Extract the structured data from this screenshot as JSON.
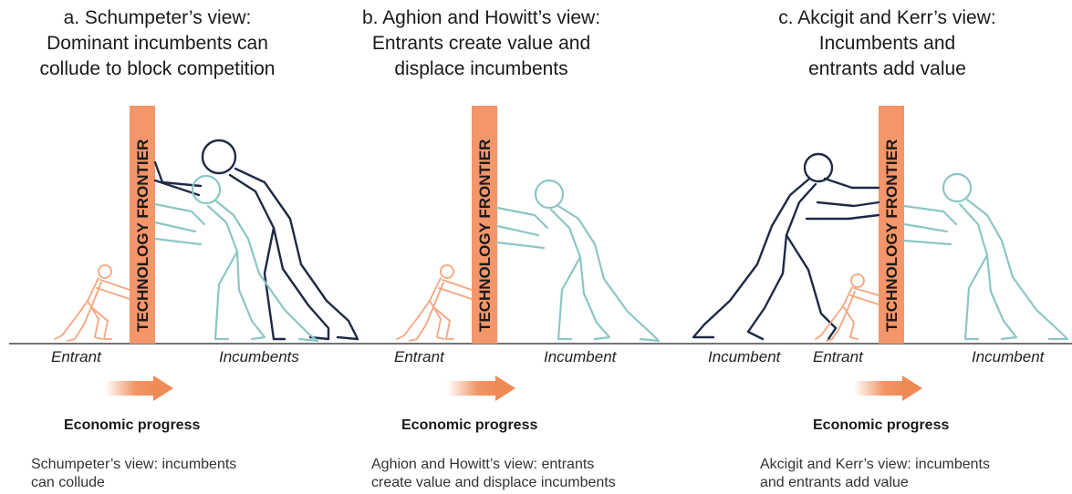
{
  "panels": [
    {
      "title_lines": [
        "a. Schumpeter’s view:",
        "Dominant incumbents can",
        "collude to block competition"
      ],
      "frontier_label": "TECHNOLOGY FRONTIER",
      "left_label": "Entrant",
      "right_label": "Incumbents",
      "progress_label": "Economic progress",
      "caption_lines": [
        "Schumpeter’s view: incumbents",
        "can collude"
      ]
    },
    {
      "title_lines": [
        "b. Aghion and Howitt’s view:",
        "Entrants create value and",
        "displace incumbents"
      ],
      "frontier_label": "TECHNOLOGY FRONTIER",
      "left_label": "Entrant",
      "right_label": "Incumbent",
      "progress_label": "Economic progress",
      "caption_lines": [
        "Aghion and Howitt’s view: entrants",
        "create value and displace incumbents"
      ]
    },
    {
      "title_lines": [
        "c. Akcigit and Kerr’s view:",
        "Incumbents and",
        "entrants add value"
      ],
      "frontier_label": "TECHNOLOGY FRONTIER",
      "left_label": "Incumbent",
      "middle_label": "Entrant",
      "right_label": "Incumbent",
      "progress_label": "Economic progress",
      "caption_lines": [
        "Akcigit and Kerr’s view: incumbents",
        "and entrants add value"
      ]
    }
  ],
  "colors": {
    "frontier": "#f4956a",
    "entrant": "#f4a57e",
    "incumbent_teal": "#8cc6c3",
    "incumbent_navy": "#1e2a45",
    "arrow": "#f08a55"
  }
}
